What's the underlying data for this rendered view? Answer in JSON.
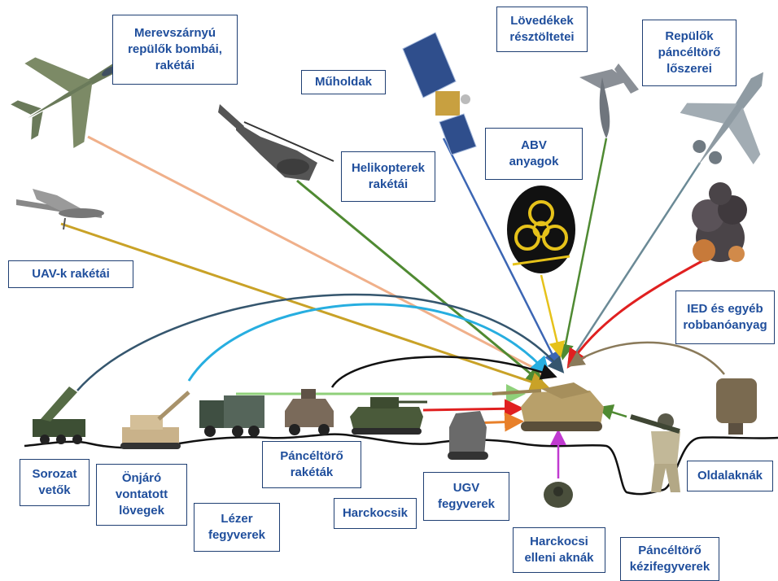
{
  "labels": {
    "fixed_wing": "Merevszárnyú\nrepülők bombái,\nrakétái",
    "satellites": "Műholdak",
    "submunitions": "Lövedékek\nrésztöltetei",
    "aircraft_at": "Repülők\npáncéltörő\nlőszerei",
    "helicopters": "Helikopterek\nrakétái",
    "abv": "ABV\nanyagok",
    "uav": "UAV-k rakétái",
    "ied": "IED és egyéb\nrobbanóanyag",
    "rocket_launchers": "Sorozat\nvetők",
    "self_propelled": "Önjáró\nvontatott\nlövegek",
    "laser": "Lézer\nfegyverek",
    "atgm": "Páncéltörő\nrakéták",
    "tank": "Harckocsik",
    "ugv": "UGV\nfegyverek",
    "at_mines": "Harckocsi\nelleni aknák",
    "side_mines": "Oldalaknák",
    "at_small_arms": "Páncéltörő\nkézifegyverek"
  },
  "colors": {
    "label_border": "#1f3f73",
    "label_text": "#1f4e9c",
    "arrow_fixed_wing": "#f0b08a",
    "arrow_helicopter": "#4f8a32",
    "arrow_uav": "#c9a227",
    "arrow_satellite": "#3c66b4",
    "arrow_submunition": "#4f8a32",
    "arrow_aircraft": "#6b8a96",
    "arrow_abv": "#e6c21a",
    "arrow_ied": "#e02020",
    "arrow_rocket": "#35566e",
    "arrow_artillery": "#27aee0",
    "arrow_laser": "#8fd07a",
    "arrow_atgm": "#111111",
    "arrow_tank": "#e02020",
    "arrow_ugv": "#e8802a",
    "arrow_mine": "#c03ad0",
    "arrow_small_arms": "#4f8a32",
    "arrow_side_mine": "#8a7a5a"
  },
  "icons": [
    "fighter-jet-icon",
    "helicopter-icon",
    "uav-drone-icon",
    "satellite-icon",
    "munition-icon",
    "aircraft-icon",
    "biohazard-icon",
    "explosion-icon",
    "rocket-launcher-icon",
    "artillery-icon",
    "truck-icon",
    "armored-car-icon",
    "tank-icon",
    "ugv-icon",
    "target-tank-icon",
    "landmine-icon",
    "soldier-icon",
    "side-mine-icon"
  ]
}
